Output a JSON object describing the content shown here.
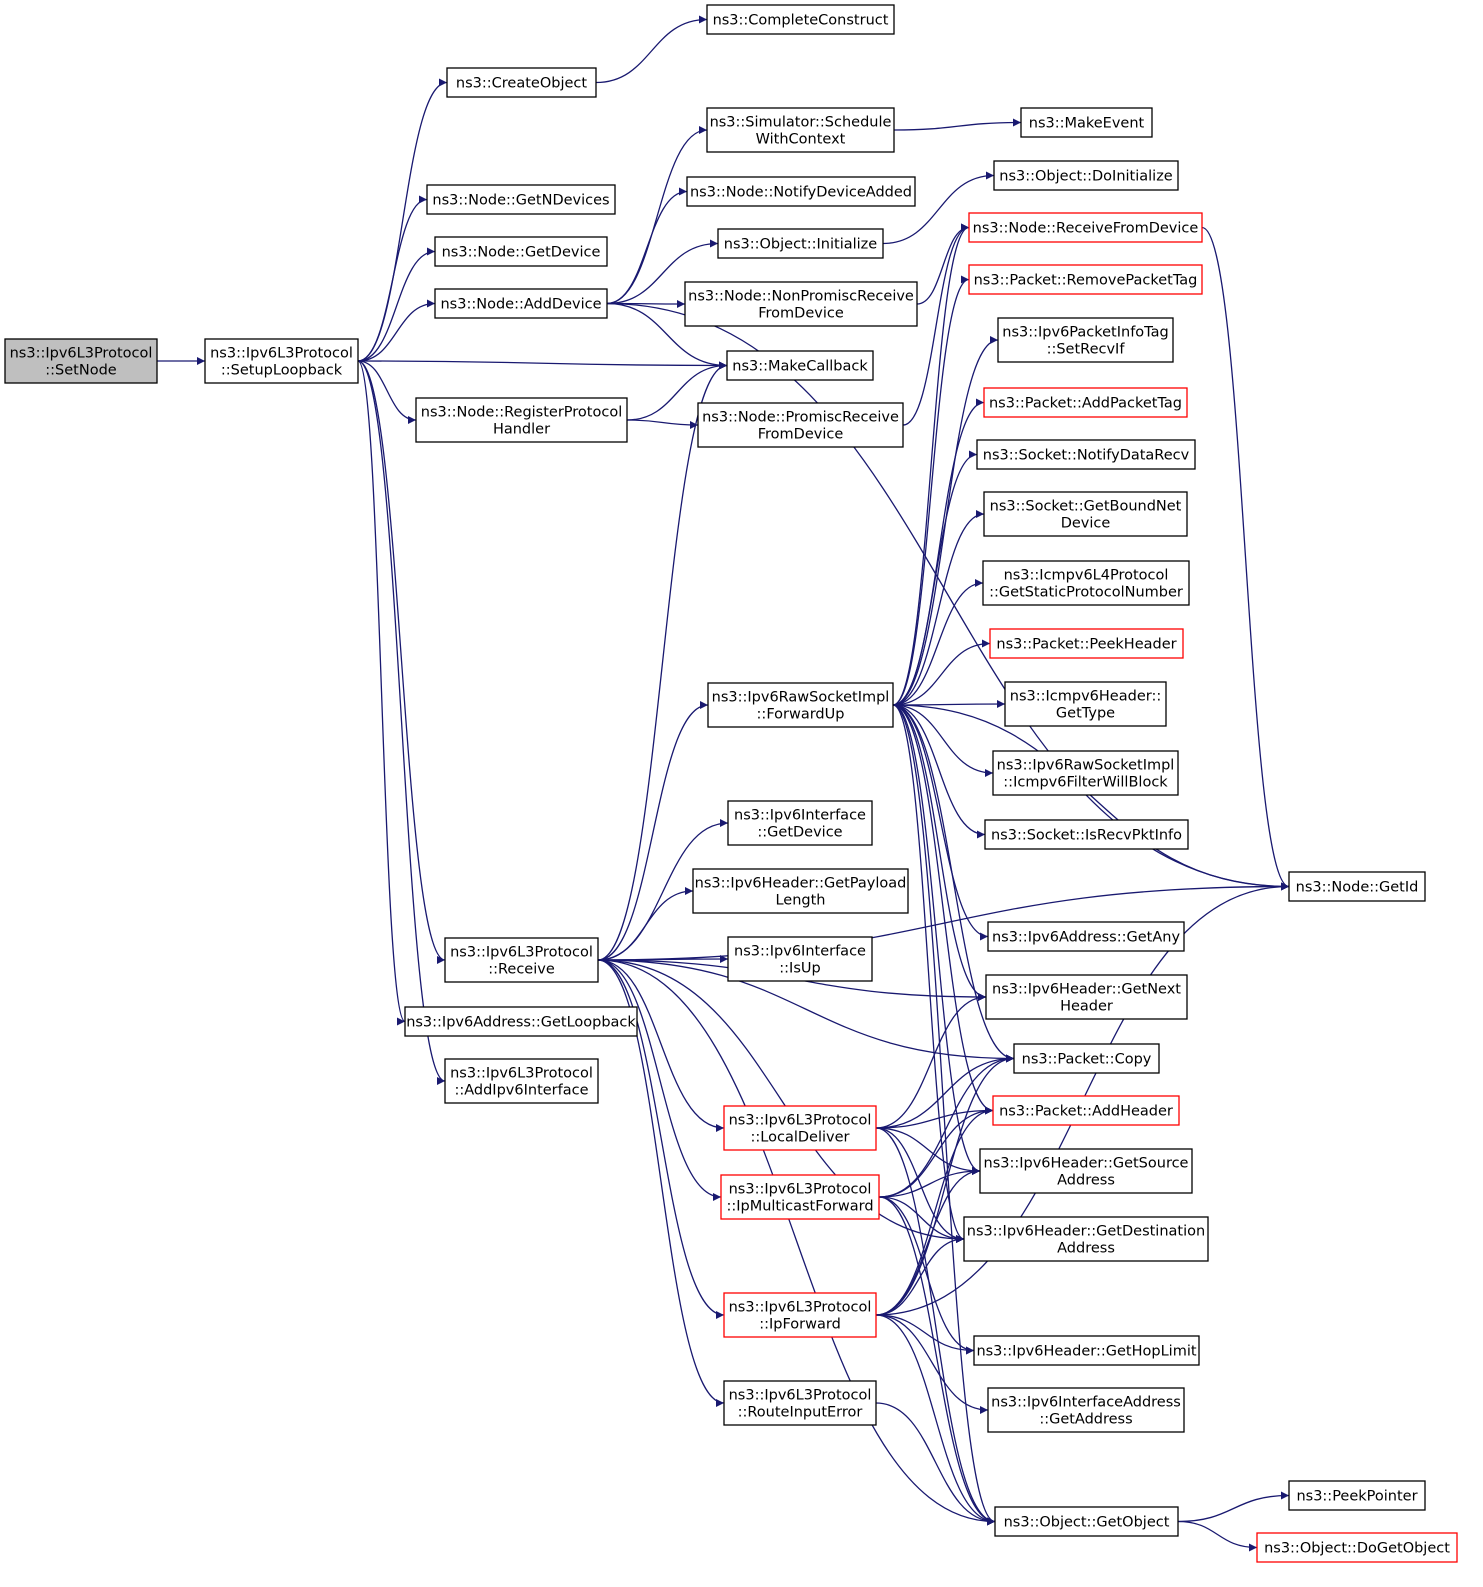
{
  "graph": {
    "nodes": [
      {
        "id": "setnode",
        "lines": [
          "ns3::Ipv6L3Protocol",
          "::SetNode"
        ],
        "style": "root"
      },
      {
        "id": "setuploopback",
        "lines": [
          "ns3::Ipv6L3Protocol",
          "::SetupLoopback"
        ],
        "style": "normal"
      },
      {
        "id": "createobject",
        "lines": [
          "ns3::CreateObject"
        ],
        "style": "normal"
      },
      {
        "id": "completeconstruct",
        "lines": [
          "ns3::CompleteConstruct"
        ],
        "style": "normal"
      },
      {
        "id": "getndevices",
        "lines": [
          "ns3::Node::GetNDevices"
        ],
        "style": "normal"
      },
      {
        "id": "getdevice",
        "lines": [
          "ns3::Node::GetDevice"
        ],
        "style": "normal"
      },
      {
        "id": "adddevice",
        "lines": [
          "ns3::Node::AddDevice"
        ],
        "style": "normal"
      },
      {
        "id": "registerprotocolhandler",
        "lines": [
          "ns3::Node::RegisterProtocol",
          "Handler"
        ],
        "style": "normal"
      },
      {
        "id": "receive",
        "lines": [
          "ns3::Ipv6L3Protocol",
          "::Receive"
        ],
        "style": "normal"
      },
      {
        "id": "getloopback",
        "lines": [
          "ns3::Ipv6Address::GetLoopback"
        ],
        "style": "normal"
      },
      {
        "id": "addipv6interface",
        "lines": [
          "ns3::Ipv6L3Protocol",
          "::AddIpv6Interface"
        ],
        "style": "normal"
      },
      {
        "id": "schedulewithcontext",
        "lines": [
          "ns3::Simulator::Schedule",
          "WithContext"
        ],
        "style": "normal"
      },
      {
        "id": "notifydeviceadded",
        "lines": [
          "ns3::Node::NotifyDeviceAdded"
        ],
        "style": "normal"
      },
      {
        "id": "objinitialize",
        "lines": [
          "ns3::Object::Initialize"
        ],
        "style": "normal"
      },
      {
        "id": "nonpromisc",
        "lines": [
          "ns3::Node::NonPromiscReceive",
          "FromDevice"
        ],
        "style": "normal"
      },
      {
        "id": "makecallback",
        "lines": [
          "ns3::MakeCallback"
        ],
        "style": "normal"
      },
      {
        "id": "promisc",
        "lines": [
          "ns3::Node::PromiscReceive",
          "FromDevice"
        ],
        "style": "normal"
      },
      {
        "id": "forwardup",
        "lines": [
          "ns3::Ipv6RawSocketImpl",
          "::ForwardUp"
        ],
        "style": "normal"
      },
      {
        "id": "ifgetdevice",
        "lines": [
          "ns3::Ipv6Interface",
          "::GetDevice"
        ],
        "style": "normal"
      },
      {
        "id": "getpayloadlength",
        "lines": [
          "ns3::Ipv6Header::GetPayload",
          "Length"
        ],
        "style": "normal"
      },
      {
        "id": "isup",
        "lines": [
          "ns3::Ipv6Interface",
          "::IsUp"
        ],
        "style": "normal"
      },
      {
        "id": "localdeliver",
        "lines": [
          "ns3::Ipv6L3Protocol",
          "::LocalDeliver"
        ],
        "style": "red"
      },
      {
        "id": "ipmulticastforward",
        "lines": [
          "ns3::Ipv6L3Protocol",
          "::IpMulticastForward"
        ],
        "style": "red"
      },
      {
        "id": "ipforward",
        "lines": [
          "ns3::Ipv6L3Protocol",
          "::IpForward"
        ],
        "style": "red"
      },
      {
        "id": "routeinputerror",
        "lines": [
          "ns3::Ipv6L3Protocol",
          "::RouteInputError"
        ],
        "style": "normal"
      },
      {
        "id": "makeevent",
        "lines": [
          "ns3::MakeEvent"
        ],
        "style": "normal"
      },
      {
        "id": "doinitialize",
        "lines": [
          "ns3::Object::DoInitialize"
        ],
        "style": "normal"
      },
      {
        "id": "receivefromdevice",
        "lines": [
          "ns3::Node::ReceiveFromDevice"
        ],
        "style": "red"
      },
      {
        "id": "removepackettag",
        "lines": [
          "ns3::Packet::RemovePacketTag"
        ],
        "style": "red"
      },
      {
        "id": "setrecvif",
        "lines": [
          "ns3::Ipv6PacketInfoTag",
          "::SetRecvIf"
        ],
        "style": "normal"
      },
      {
        "id": "addpackettag",
        "lines": [
          "ns3::Packet::AddPacketTag"
        ],
        "style": "red"
      },
      {
        "id": "notifydatarecv",
        "lines": [
          "ns3::Socket::NotifyDataRecv"
        ],
        "style": "normal"
      },
      {
        "id": "getboundnetdevice",
        "lines": [
          "ns3::Socket::GetBoundNet",
          "Device"
        ],
        "style": "normal"
      },
      {
        "id": "getstaticprotocolnumber",
        "lines": [
          "ns3::Icmpv6L4Protocol",
          "::GetStaticProtocolNumber"
        ],
        "style": "normal"
      },
      {
        "id": "peekheader",
        "lines": [
          "ns3::Packet::PeekHeader"
        ],
        "style": "red"
      },
      {
        "id": "gettype",
        "lines": [
          "ns3::Icmpv6Header::",
          "GetType"
        ],
        "style": "normal"
      },
      {
        "id": "icmpv6filterwillblock",
        "lines": [
          "ns3::Ipv6RawSocketImpl",
          "::Icmpv6FilterWillBlock"
        ],
        "style": "normal"
      },
      {
        "id": "isrecvpktinfo",
        "lines": [
          "ns3::Socket::IsRecvPktInfo"
        ],
        "style": "normal"
      },
      {
        "id": "getany",
        "lines": [
          "ns3::Ipv6Address::GetAny"
        ],
        "style": "normal"
      },
      {
        "id": "getnextheader",
        "lines": [
          "ns3::Ipv6Header::GetNext",
          "Header"
        ],
        "style": "normal"
      },
      {
        "id": "packetcopy",
        "lines": [
          "ns3::Packet::Copy"
        ],
        "style": "normal"
      },
      {
        "id": "addheader",
        "lines": [
          "ns3::Packet::AddHeader"
        ],
        "style": "red"
      },
      {
        "id": "getsourceaddress",
        "lines": [
          "ns3::Ipv6Header::GetSource",
          "Address"
        ],
        "style": "normal"
      },
      {
        "id": "getdestinationaddress",
        "lines": [
          "ns3::Ipv6Header::GetDestination",
          "Address"
        ],
        "style": "normal"
      },
      {
        "id": "gethoplimit",
        "lines": [
          "ns3::Ipv6Header::GetHopLimit"
        ],
        "style": "normal"
      },
      {
        "id": "ifaddrgetaddress",
        "lines": [
          "ns3::Ipv6InterfaceAddress",
          "::GetAddress"
        ],
        "style": "normal"
      },
      {
        "id": "getobject",
        "lines": [
          "ns3::Object::GetObject"
        ],
        "style": "normal"
      },
      {
        "id": "nodegetid",
        "lines": [
          "ns3::Node::GetId"
        ],
        "style": "normal"
      },
      {
        "id": "peekpointer",
        "lines": [
          "ns3::PeekPointer"
        ],
        "style": "normal"
      },
      {
        "id": "dogetobject",
        "lines": [
          "ns3::Object::DoGetObject"
        ],
        "style": "red"
      }
    ],
    "edges": [
      [
        "setnode",
        "setuploopback"
      ],
      [
        "setuploopback",
        "createobject"
      ],
      [
        "setuploopback",
        "getndevices"
      ],
      [
        "setuploopback",
        "getdevice"
      ],
      [
        "setuploopback",
        "adddevice"
      ],
      [
        "setuploopback",
        "makecallback"
      ],
      [
        "setuploopback",
        "registerprotocolhandler"
      ],
      [
        "setuploopback",
        "receive"
      ],
      [
        "setuploopback",
        "getloopback"
      ],
      [
        "setuploopback",
        "addipv6interface"
      ],
      [
        "createobject",
        "completeconstruct"
      ],
      [
        "adddevice",
        "schedulewithcontext"
      ],
      [
        "adddevice",
        "notifydeviceadded"
      ],
      [
        "adddevice",
        "objinitialize"
      ],
      [
        "adddevice",
        "nonpromisc"
      ],
      [
        "adddevice",
        "makecallback"
      ],
      [
        "adddevice",
        "nodegetid"
      ],
      [
        "registerprotocolhandler",
        "makecallback"
      ],
      [
        "registerprotocolhandler",
        "promisc"
      ],
      [
        "schedulewithcontext",
        "makeevent"
      ],
      [
        "objinitialize",
        "doinitialize"
      ],
      [
        "nonpromisc",
        "receivefromdevice"
      ],
      [
        "promisc",
        "receivefromdevice"
      ],
      [
        "receivefromdevice",
        "nodegetid"
      ],
      [
        "receive",
        "makecallback"
      ],
      [
        "receive",
        "forwardup"
      ],
      [
        "receive",
        "ifgetdevice"
      ],
      [
        "receive",
        "getpayloadlength"
      ],
      [
        "receive",
        "isup"
      ],
      [
        "receive",
        "getnextheader"
      ],
      [
        "receive",
        "packetcopy"
      ],
      [
        "receive",
        "localdeliver"
      ],
      [
        "receive",
        "ipmulticastforward"
      ],
      [
        "receive",
        "ipforward"
      ],
      [
        "receive",
        "routeinputerror"
      ],
      [
        "receive",
        "getdestinationaddress"
      ],
      [
        "receive",
        "getobject"
      ],
      [
        "receive",
        "nodegetid"
      ],
      [
        "forwardup",
        "receivefromdevice"
      ],
      [
        "forwardup",
        "removepackettag"
      ],
      [
        "forwardup",
        "setrecvif"
      ],
      [
        "forwardup",
        "addpackettag"
      ],
      [
        "forwardup",
        "notifydatarecv"
      ],
      [
        "forwardup",
        "getboundnetdevice"
      ],
      [
        "forwardup",
        "getstaticprotocolnumber"
      ],
      [
        "forwardup",
        "peekheader"
      ],
      [
        "forwardup",
        "gettype"
      ],
      [
        "forwardup",
        "icmpv6filterwillblock"
      ],
      [
        "forwardup",
        "isrecvpktinfo"
      ],
      [
        "forwardup",
        "getany"
      ],
      [
        "forwardup",
        "getnextheader"
      ],
      [
        "forwardup",
        "packetcopy"
      ],
      [
        "forwardup",
        "addheader"
      ],
      [
        "forwardup",
        "getsourceaddress"
      ],
      [
        "forwardup",
        "getdestinationaddress"
      ],
      [
        "forwardup",
        "getobject"
      ],
      [
        "forwardup",
        "nodegetid"
      ],
      [
        "localdeliver",
        "getnextheader"
      ],
      [
        "localdeliver",
        "packetcopy"
      ],
      [
        "localdeliver",
        "addheader"
      ],
      [
        "localdeliver",
        "getsourceaddress"
      ],
      [
        "localdeliver",
        "getdestinationaddress"
      ],
      [
        "localdeliver",
        "getobject"
      ],
      [
        "ipmulticastforward",
        "packetcopy"
      ],
      [
        "ipmulticastforward",
        "addheader"
      ],
      [
        "ipmulticastforward",
        "getsourceaddress"
      ],
      [
        "ipmulticastforward",
        "getdestinationaddress"
      ],
      [
        "ipmulticastforward",
        "gethoplimit"
      ],
      [
        "ipmulticastforward",
        "getobject"
      ],
      [
        "ipforward",
        "packetcopy"
      ],
      [
        "ipforward",
        "addheader"
      ],
      [
        "ipforward",
        "getsourceaddress"
      ],
      [
        "ipforward",
        "getdestinationaddress"
      ],
      [
        "ipforward",
        "gethoplimit"
      ],
      [
        "ipforward",
        "ifaddrgetaddress"
      ],
      [
        "ipforward",
        "getobject"
      ],
      [
        "ipforward",
        "nodegetid"
      ],
      [
        "routeinputerror",
        "getobject"
      ],
      [
        "getobject",
        "peekpointer"
      ],
      [
        "getobject",
        "dogetobject"
      ]
    ]
  }
}
